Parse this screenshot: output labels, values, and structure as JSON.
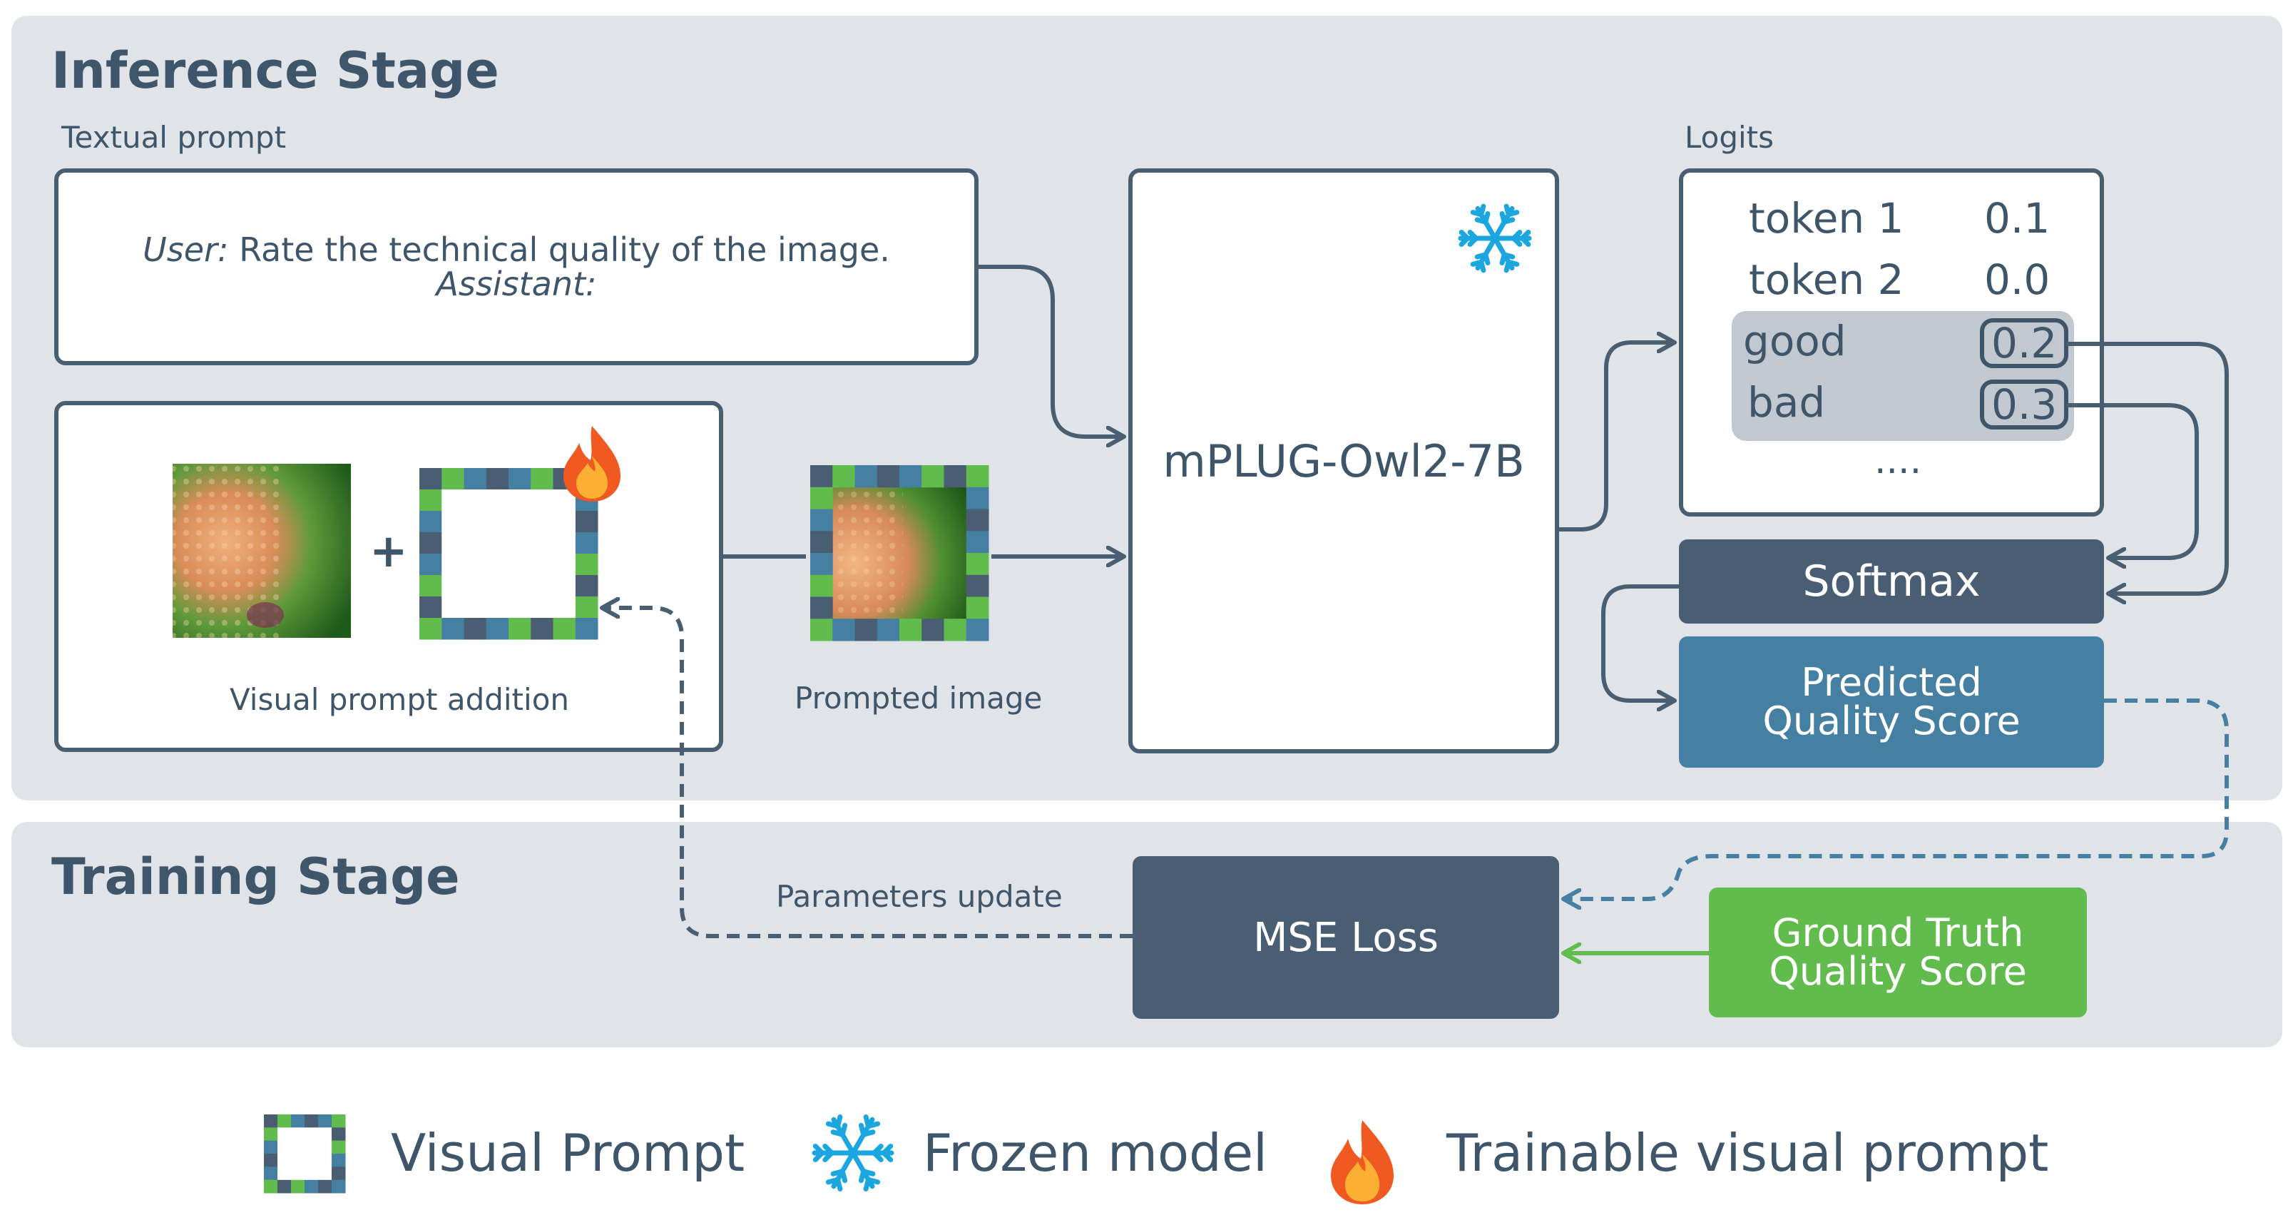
{
  "inference": {
    "title": "Inference Stage",
    "textual_prompt_label": "Textual prompt",
    "prompt_user": "User:",
    "prompt_text": "Rate the technical quality of the image.",
    "prompt_assistant": "Assistant:",
    "plus": "+",
    "visual_prompt_addition_label": "Visual prompt addition",
    "prompted_image_label": "Prompted image",
    "model_name": "mPLUG-Owl2-7B",
    "logits_label": "Logits",
    "logits": [
      {
        "token": "token 1",
        "value": "0.1"
      },
      {
        "token": "token 2",
        "value": "0.0"
      },
      {
        "token": "good",
        "value": "0.2"
      },
      {
        "token": "bad",
        "value": "0.3"
      }
    ],
    "logits_more": "....",
    "softmax": "Softmax",
    "predicted_line1": "Predicted",
    "predicted_line2": "Quality Score"
  },
  "training": {
    "title": "Training Stage",
    "params_update_label": "Parameters update",
    "mse_loss": "MSE Loss",
    "gt_line1": "Ground Truth",
    "gt_line2": "Quality Score"
  },
  "legend": {
    "visual_prompt": "Visual Prompt",
    "frozen_model": "Frozen model",
    "trainable_visual_prompt": "Trainable visual prompt"
  },
  "icons": {
    "frozen": "snowflake-icon",
    "trainable": "flame-icon",
    "visual_prompt": "checkered-frame-icon"
  },
  "colors": {
    "dark": "#4a5e73",
    "blue": "#4580a2",
    "green": "#62bc4d",
    "panel": "#e0e3e8",
    "snowflake": "#1ba6e0",
    "highlight": "#c2c8d0"
  }
}
